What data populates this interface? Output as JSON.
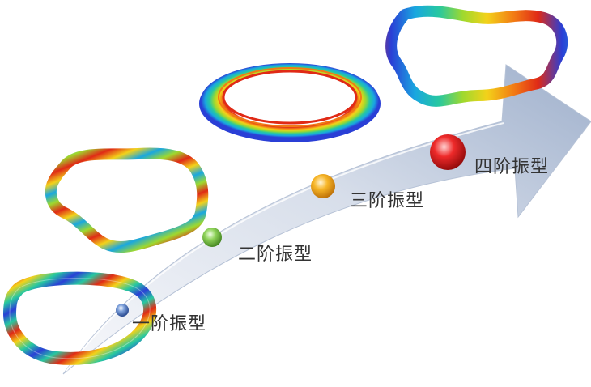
{
  "modes": [
    {
      "label": "一阶振型",
      "marker_color": "#3d6fb6"
    },
    {
      "label": "二阶振型",
      "marker_color": "#7cc24a"
    },
    {
      "label": "三阶振型",
      "marker_color": "#f2a516"
    },
    {
      "label": "四阶振型",
      "marker_color": "#e21c1c"
    }
  ],
  "colors": {
    "arrow_light": "#eef1f7",
    "arrow_dark": "#a9b7d0",
    "contour": [
      "#2a3fd6",
      "#19a7e0",
      "#27c8a0",
      "#9fd92e",
      "#f3d21a",
      "#f27a14",
      "#e02a16"
    ]
  }
}
